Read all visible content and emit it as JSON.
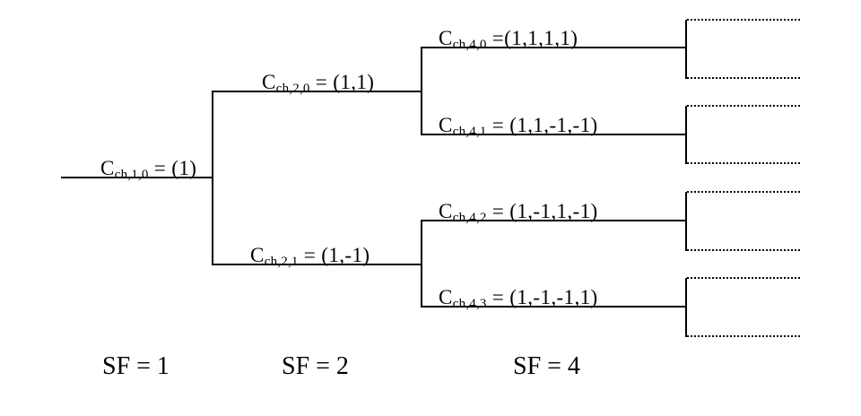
{
  "diagram": {
    "type": "ovsf-code-tree",
    "nodes": [
      {
        "base": "C",
        "sub": "ch,1,0",
        "eq": " = (1)"
      },
      {
        "base": "C",
        "sub": "ch,2,0",
        "eq": " = (1,1)"
      },
      {
        "base": "C",
        "sub": "ch,2,1",
        "eq": " = (1,-1)"
      },
      {
        "base": "C",
        "sub": "ch,4,0",
        "eq": " =(1,1,1,1)"
      },
      {
        "base": "C",
        "sub": "ch,4,1",
        "eq": " = (1,1,-1,-1)"
      },
      {
        "base": "C",
        "sub": "ch,4,2",
        "eq": " = (1,-1,1,-1)"
      },
      {
        "base": "C",
        "sub": "ch,4,3",
        "eq": " = (1,-1,-1,1)"
      }
    ],
    "sf_labels": [
      {
        "text": "SF = 1"
      },
      {
        "text": "SF = 2"
      },
      {
        "text": "SF = 4"
      }
    ],
    "colors": {
      "line": "#000000",
      "text": "#000000",
      "background": "#ffffff"
    }
  }
}
